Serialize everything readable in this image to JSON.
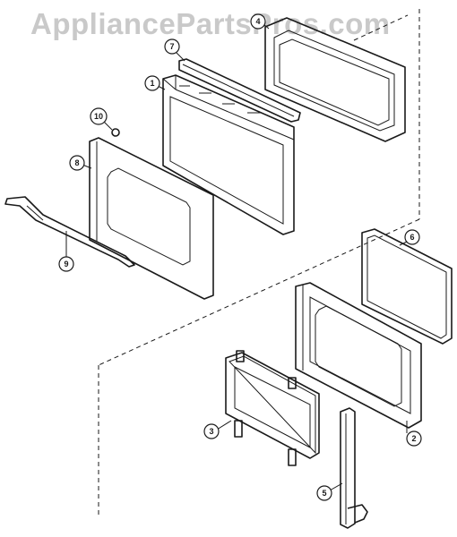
{
  "watermark": "AppliancePartsPros.com",
  "callouts": [
    {
      "id": "1",
      "label": "1"
    },
    {
      "id": "2",
      "label": "2"
    },
    {
      "id": "3",
      "label": "3"
    },
    {
      "id": "4",
      "label": "4"
    },
    {
      "id": "5",
      "label": "5"
    },
    {
      "id": "6",
      "label": "6"
    },
    {
      "id": "7",
      "label": "7"
    },
    {
      "id": "8",
      "label": "8"
    },
    {
      "id": "9",
      "label": "9"
    },
    {
      "id": "10",
      "label": "10"
    }
  ]
}
